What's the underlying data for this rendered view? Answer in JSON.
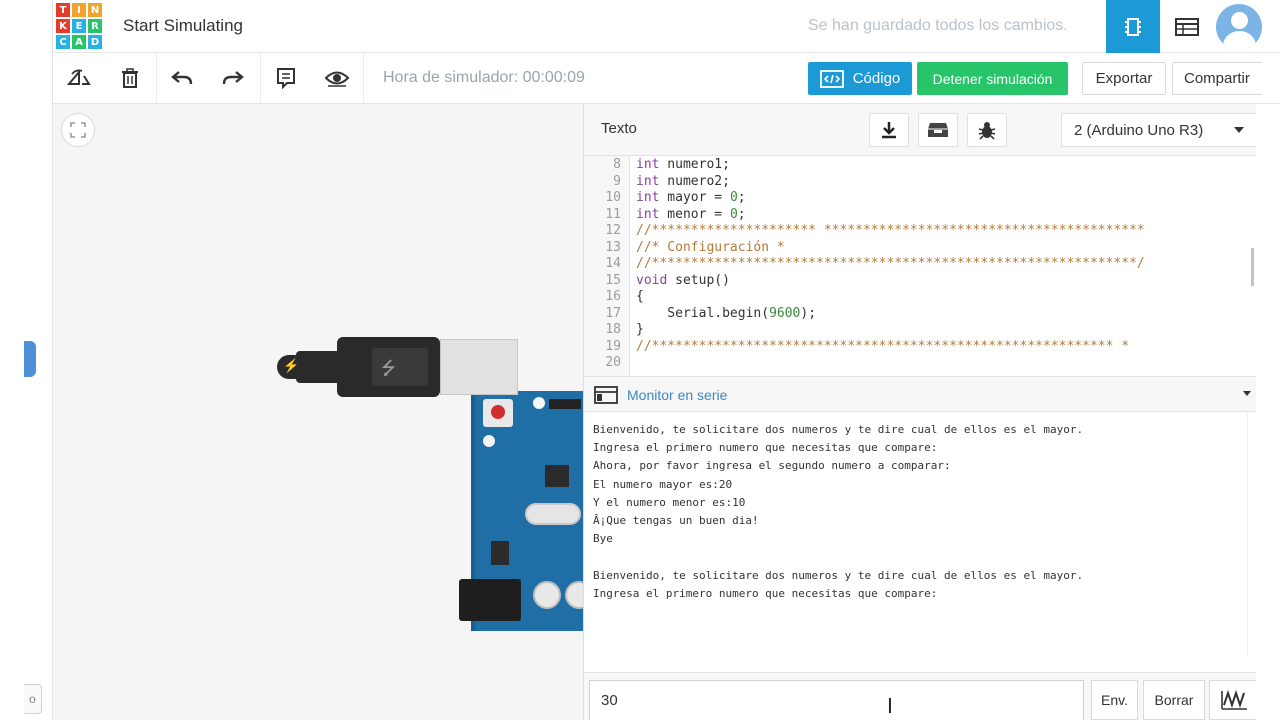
{
  "header": {
    "logo_letters": [
      "T",
      "I",
      "N",
      "K",
      "E",
      "R",
      "C",
      "A",
      "D"
    ],
    "logo_colors": [
      "#e83a2b",
      "#f3a32b",
      "#f3a32b",
      "#e83a2b",
      "#27b2e5",
      "#27c46a",
      "#27b2e5",
      "#27c46a",
      "#27b2e5"
    ],
    "title": "Start Simulating",
    "save_status": "Se han guardado todos los cambios."
  },
  "toolbar": {
    "sim_time": "Hora de simulador: 00:00:09",
    "code_label": "Código",
    "stop_label": "Detener simulación",
    "export_label": "Exportar",
    "share_label": "Compartir"
  },
  "left_rail": {
    "bottom_tab": "o"
  },
  "code_panel": {
    "mode": "Texto",
    "device": "2 (Arduino Uno R3)",
    "lines": [
      {
        "n": "8",
        "parts": [
          {
            "c": "kw",
            "t": "int"
          },
          {
            "c": "",
            "t": " numero1;"
          }
        ]
      },
      {
        "n": "9",
        "parts": [
          {
            "c": "kw",
            "t": "int"
          },
          {
            "c": "",
            "t": " numero2;"
          }
        ]
      },
      {
        "n": "10",
        "parts": [
          {
            "c": "kw",
            "t": "int"
          },
          {
            "c": "",
            "t": " mayor = "
          },
          {
            "c": "nm",
            "t": "0"
          },
          {
            "c": "",
            "t": ";"
          }
        ]
      },
      {
        "n": "11",
        "parts": [
          {
            "c": "kw",
            "t": "int"
          },
          {
            "c": "",
            "t": " menor = "
          },
          {
            "c": "nm",
            "t": "0"
          },
          {
            "c": "",
            "t": ";"
          }
        ]
      },
      {
        "n": "12",
        "parts": [
          {
            "c": "cm",
            "t": "//********************* *****************************************"
          }
        ]
      },
      {
        "n": "13",
        "parts": [
          {
            "c": "cm",
            "t": "//* Configuración *"
          }
        ]
      },
      {
        "n": "14",
        "parts": [
          {
            "c": "cm",
            "t": "//**************************************************************/"
          }
        ]
      },
      {
        "n": "15",
        "parts": [
          {
            "c": "kw",
            "t": "void"
          },
          {
            "c": "",
            "t": " setup()"
          }
        ]
      },
      {
        "n": "16",
        "parts": [
          {
            "c": "",
            "t": "{"
          }
        ]
      },
      {
        "n": "17",
        "parts": [
          {
            "c": "",
            "t": "    Serial.begin("
          },
          {
            "c": "nm",
            "t": "9600"
          },
          {
            "c": "",
            "t": ");"
          }
        ]
      },
      {
        "n": "18",
        "parts": [
          {
            "c": "",
            "t": "}"
          }
        ]
      },
      {
        "n": "19",
        "parts": [
          {
            "c": "cm",
            "t": "//*********************************************************** *"
          }
        ]
      },
      {
        "n": "20",
        "parts": [
          {
            "c": "",
            "t": ""
          }
        ]
      }
    ]
  },
  "serial_monitor": {
    "title": "Monitor en serie",
    "output": [
      "Bienvenido, te solicitare dos numeros y te dire cual de ellos es el mayor.",
      "Ingresa el primero numero que necesitas que compare:",
      "Ahora, por favor ingresa el segundo numero a comparar:",
      "El numero mayor es:20",
      "Y el numero menor es:10",
      "Â¡Que tengas un buen dia!",
      "Bye",
      "",
      "Bienvenido, te solicitare dos numeros y te dire cual de ellos es el mayor.",
      "Ingresa el primero numero que necesitas que compare:"
    ],
    "input_value": "30",
    "send_label": "Env.",
    "clear_label": "Borrar"
  },
  "cursor_glyph": "I",
  "usb_symbol": "⭍",
  "bolt_symbol": "⚡"
}
